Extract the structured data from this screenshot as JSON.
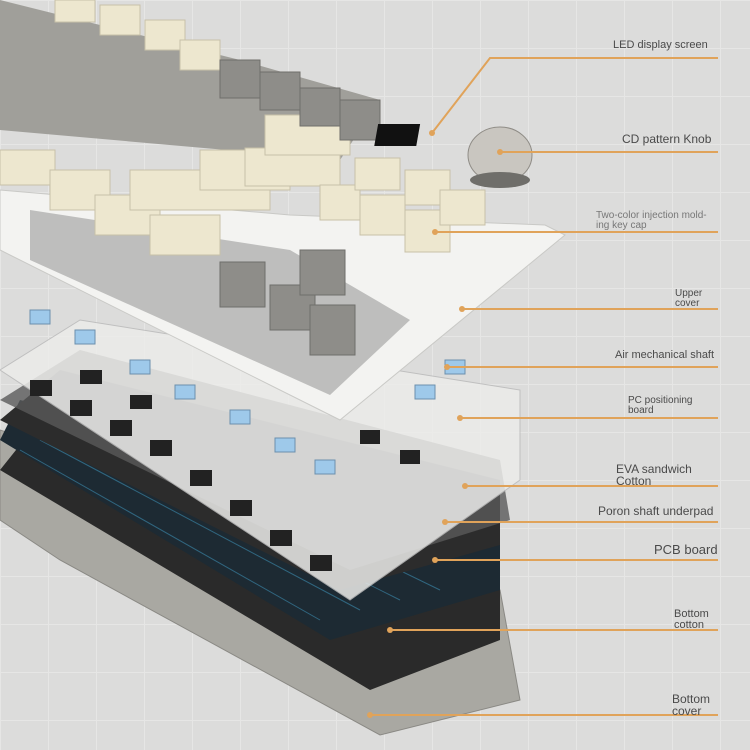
{
  "labels": [
    {
      "text": "LED display screen"
    },
    {
      "text": "CD pattern Knob"
    },
    {
      "text": "Two-color injection mold-\ning key cap"
    },
    {
      "text": "Upper\ncover"
    },
    {
      "text": "Air mechanical shaft"
    },
    {
      "text": "PC positioning\nboard"
    },
    {
      "text": "EVA sandwich\nCotton"
    },
    {
      "text": "Poron shaft underpad"
    },
    {
      "text": "PCB board"
    },
    {
      "text": "Bottom\ncotton"
    },
    {
      "text": "Bottom\ncover"
    }
  ],
  "colors": {
    "leader_line": "#e0a35a",
    "background": "#dcdcdb",
    "keycap_cream": "#ece6cf",
    "keycap_gray": "#9b9a96",
    "switch_blue": "#9ec9ea",
    "pcb": "#1d2a33"
  }
}
